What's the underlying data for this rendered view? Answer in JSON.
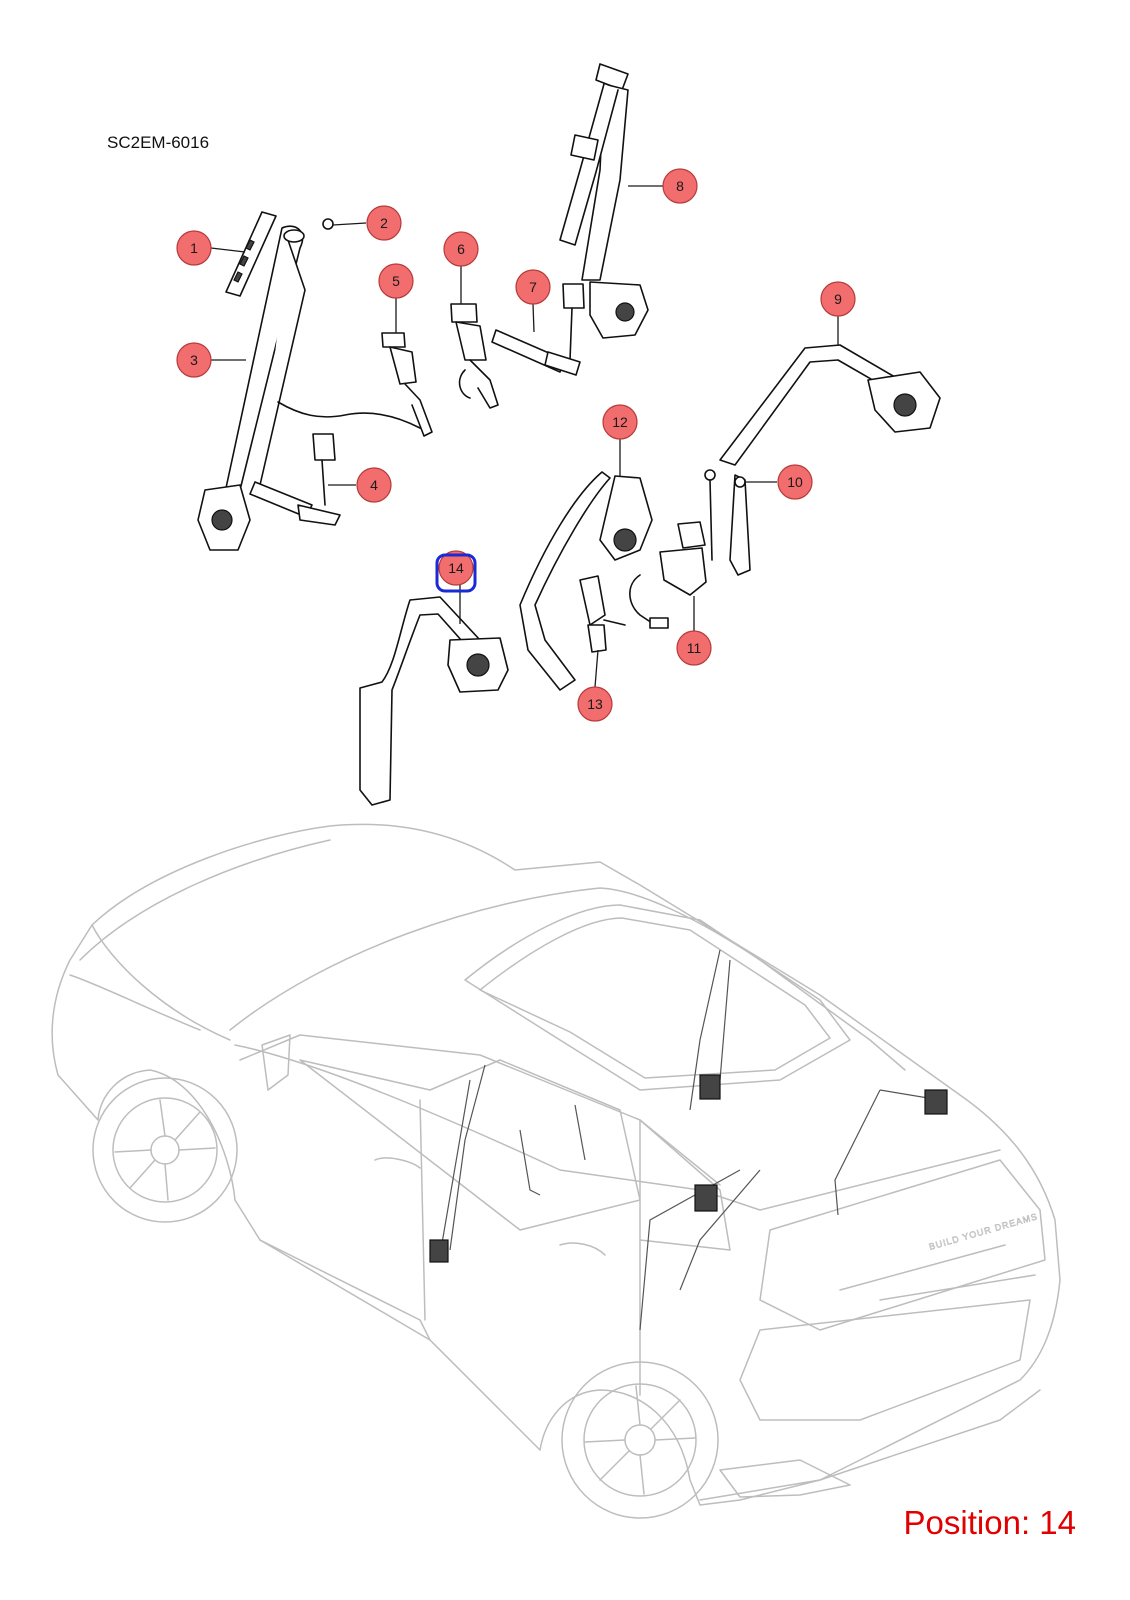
{
  "diagram_code": "SC2EM-6016",
  "position_label": "Position: 14",
  "selected_callout": "14",
  "callouts": [
    "1",
    "2",
    "3",
    "4",
    "5",
    "6",
    "7",
    "8",
    "9",
    "10",
    "11",
    "12",
    "13",
    "14"
  ],
  "car_badge_text": "BUILD YOUR DREAMS",
  "colors": {
    "callout_fill": "#f26d6d",
    "highlight_stroke": "#1a2bd6",
    "position_text": "#e00000"
  }
}
